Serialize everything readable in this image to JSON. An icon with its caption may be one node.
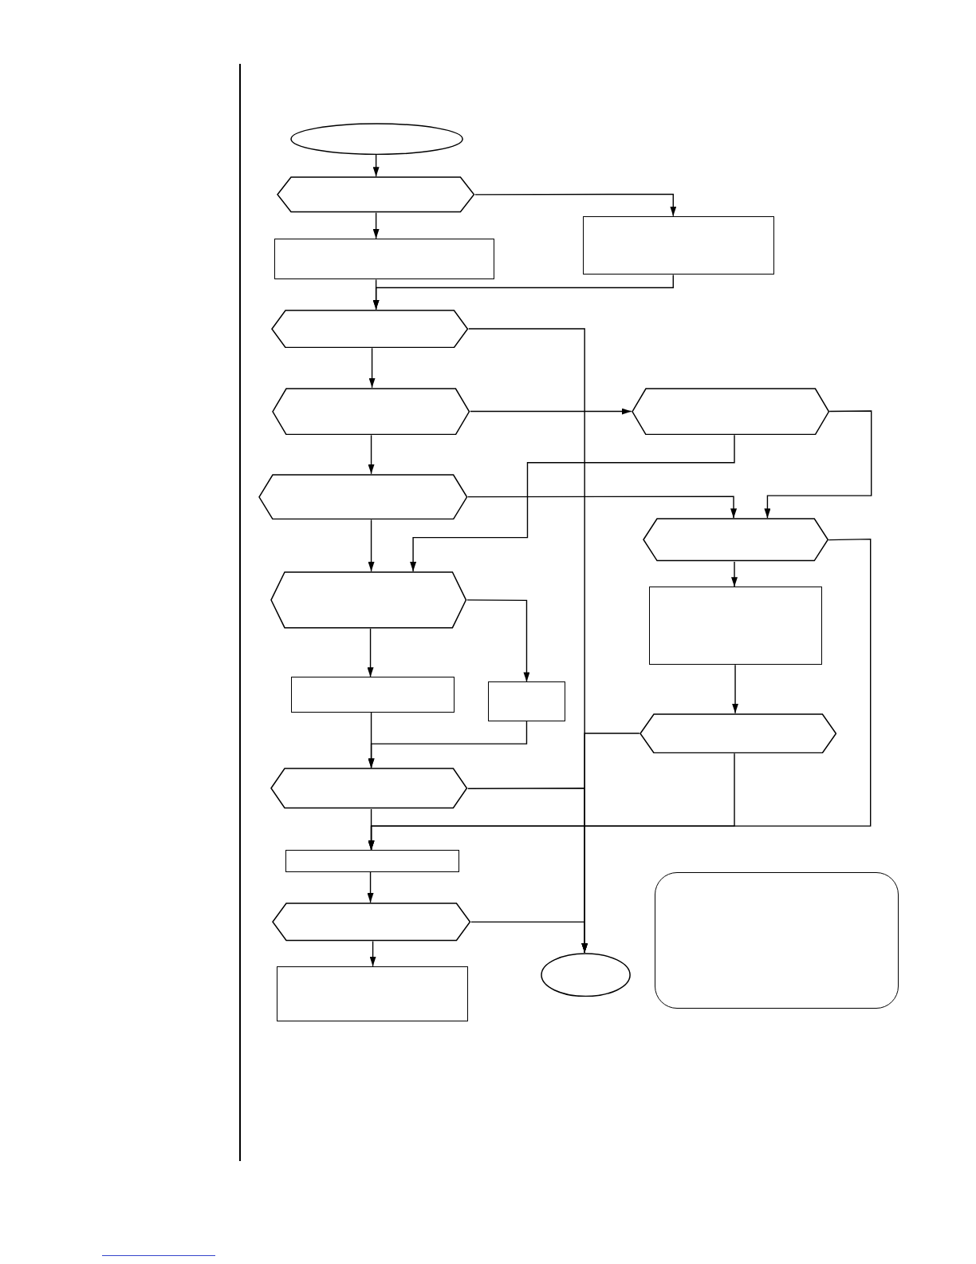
{
  "diagram": {
    "nodes": [
      {
        "text": [],
        "shape": "ellipse"
      },
      {
        "text": [],
        "shape": "hexagon"
      },
      {
        "text": [],
        "shape": "box"
      },
      {
        "text": [],
        "shape": "box"
      },
      {
        "text": [],
        "shape": "hexagon"
      },
      {
        "text": [],
        "shape": "hexagon"
      },
      {
        "text": [],
        "shape": "hexagon"
      },
      {
        "text": [],
        "shape": "hexagon"
      },
      {
        "text": [],
        "shape": "hexagon"
      },
      {
        "text": [],
        "shape": "hexagon"
      },
      {
        "text": [],
        "shape": "box"
      },
      {
        "text": [],
        "shape": "box"
      },
      {
        "text": [],
        "shape": "box"
      },
      {
        "text": [],
        "shape": "hexagon"
      },
      {
        "text": [],
        "shape": "hexagon"
      },
      {
        "text": [],
        "shape": "box"
      },
      {
        "text": [],
        "shape": "box"
      },
      {
        "text": [],
        "shape": "hexagon"
      },
      {
        "text": [],
        "shape": "ellipse"
      },
      {
        "text": [],
        "shape": "box"
      }
    ],
    "edges": [
      {
        "from": 0,
        "to": 1,
        "arrow": "to"
      },
      {
        "from": 1,
        "to": 3,
        "arrow": "to"
      },
      {
        "from": 1,
        "to": 2,
        "arrow": "to"
      },
      {
        "from": 3,
        "to": 4,
        "arrow": "to"
      },
      {
        "from": 2,
        "to": 4,
        "arrow": "to"
      },
      {
        "from": 4,
        "to": 5,
        "arrow": "to"
      },
      {
        "from": 4,
        "to": 18,
        "arrow": "to"
      },
      {
        "from": 5,
        "to": 6,
        "arrow": "to"
      },
      {
        "from": 5,
        "to": 7,
        "arrow": "to"
      },
      {
        "from": 6,
        "to": 9,
        "arrow": "to"
      },
      {
        "from": 6,
        "to": 8,
        "arrow": "to"
      },
      {
        "from": 7,
        "to": 8,
        "arrow": "to"
      },
      {
        "from": 7,
        "to": 9,
        "arrow": "to"
      },
      {
        "from": 8,
        "to": 10,
        "arrow": "to"
      },
      {
        "from": 8,
        "to": 15,
        "arrow": "to"
      },
      {
        "from": 9,
        "to": 11,
        "arrow": "to"
      },
      {
        "from": 9,
        "to": 12,
        "arrow": "to"
      },
      {
        "from": 11,
        "to": 14,
        "arrow": "to"
      },
      {
        "from": 12,
        "to": 14,
        "arrow": "to"
      },
      {
        "from": 10,
        "to": 13,
        "arrow": "to"
      },
      {
        "from": 13,
        "to": 18,
        "arrow": "to"
      },
      {
        "from": 13,
        "to": 15,
        "arrow": "to"
      },
      {
        "from": 14,
        "to": 18,
        "arrow": "to"
      },
      {
        "from": 14,
        "to": 15,
        "arrow": "to"
      },
      {
        "from": 15,
        "to": 17,
        "arrow": "to"
      },
      {
        "from": 17,
        "to": 18,
        "arrow": "to"
      },
      {
        "from": 17,
        "to": 19,
        "arrow": "to"
      }
    ]
  }
}
